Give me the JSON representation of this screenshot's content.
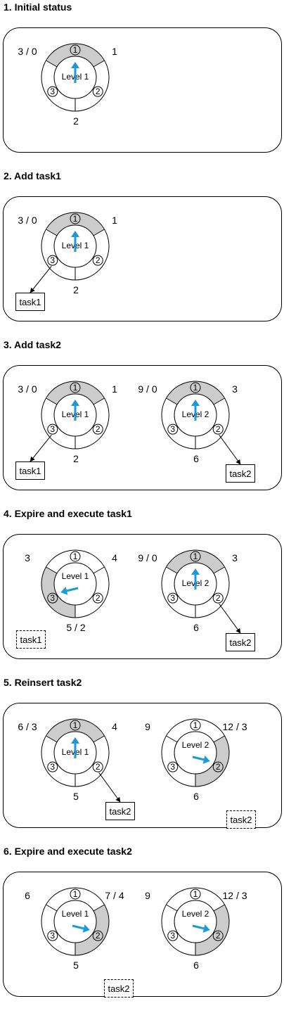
{
  "colors": {
    "accent": "#1a9bd7",
    "shade": "#cccccc",
    "stroke": "#000000"
  },
  "sections": [
    {
      "title": "1. Initial status",
      "wheels": [
        {
          "level": "Level 1",
          "shaded": 1,
          "pointer": 1,
          "labels": {
            "left": "3 / 0",
            "right": "1",
            "bottom": "2"
          }
        }
      ],
      "tasks": []
    },
    {
      "title": "2. Add task1",
      "wheels": [
        {
          "level": "Level 1",
          "shaded": 1,
          "pointer": 1,
          "labels": {
            "left": "3 / 0",
            "right": "1",
            "bottom": "2"
          }
        }
      ],
      "tasks": [
        {
          "label": "task1",
          "dashed": false,
          "wheel": 0,
          "slot": 3
        }
      ]
    },
    {
      "title": "3. Add task2",
      "wheels": [
        {
          "level": "Level 1",
          "shaded": 1,
          "pointer": 1,
          "labels": {
            "left": "3 / 0",
            "right": "1",
            "bottom": "2"
          }
        },
        {
          "level": "Level 2",
          "shaded": 1,
          "pointer": 1,
          "labels": {
            "left": "9 / 0",
            "right": "3",
            "bottom": "6"
          }
        }
      ],
      "tasks": [
        {
          "label": "task1",
          "dashed": false,
          "wheel": 0,
          "slot": 3
        },
        {
          "label": "task2",
          "dashed": false,
          "wheel": 1,
          "slot": 2
        }
      ]
    },
    {
      "title": "4. Expire and execute task1",
      "wheels": [
        {
          "level": "Level 1",
          "shaded": 3,
          "pointer": 3,
          "labels": {
            "left": "3",
            "right": "4",
            "bottom": "5 / 2"
          }
        },
        {
          "level": "Level 2",
          "shaded": 1,
          "pointer": 1,
          "labels": {
            "left": "9 / 0",
            "right": "3",
            "bottom": "6"
          }
        }
      ],
      "tasks": [
        {
          "label": "task1",
          "dashed": true,
          "wheel": 0,
          "slot": null
        },
        {
          "label": "task2",
          "dashed": false,
          "wheel": 1,
          "slot": 2
        }
      ]
    },
    {
      "title": "5. Reinsert task2",
      "wheels": [
        {
          "level": "Level 1",
          "shaded": 1,
          "pointer": 1,
          "labels": {
            "left": "6 / 3",
            "right": "4",
            "bottom": "5"
          }
        },
        {
          "level": "Level 2",
          "shaded": 2,
          "pointer": 2,
          "labels": {
            "left": "9",
            "right": "12 / 3",
            "bottom": "6"
          }
        }
      ],
      "tasks": [
        {
          "label": "task2",
          "dashed": false,
          "wheel": 0,
          "slot": 2
        },
        {
          "label": "task2",
          "dashed": true,
          "wheel": 1,
          "slot": null
        }
      ]
    },
    {
      "title": "6. Expire and execute task2",
      "wheels": [
        {
          "level": "Level 1",
          "shaded": 2,
          "pointer": 2,
          "labels": {
            "left": "6",
            "right": "7 / 4",
            "bottom": "5"
          }
        },
        {
          "level": "Level 2",
          "shaded": 2,
          "pointer": 2,
          "labels": {
            "left": "9",
            "right": "12 / 3",
            "bottom": "6"
          }
        }
      ],
      "tasks": [
        {
          "label": "task2",
          "dashed": true,
          "wheel": 0,
          "slot": null
        }
      ]
    }
  ],
  "slot_glyphs": {
    "1": "1",
    "2": "2",
    "3": "3"
  }
}
